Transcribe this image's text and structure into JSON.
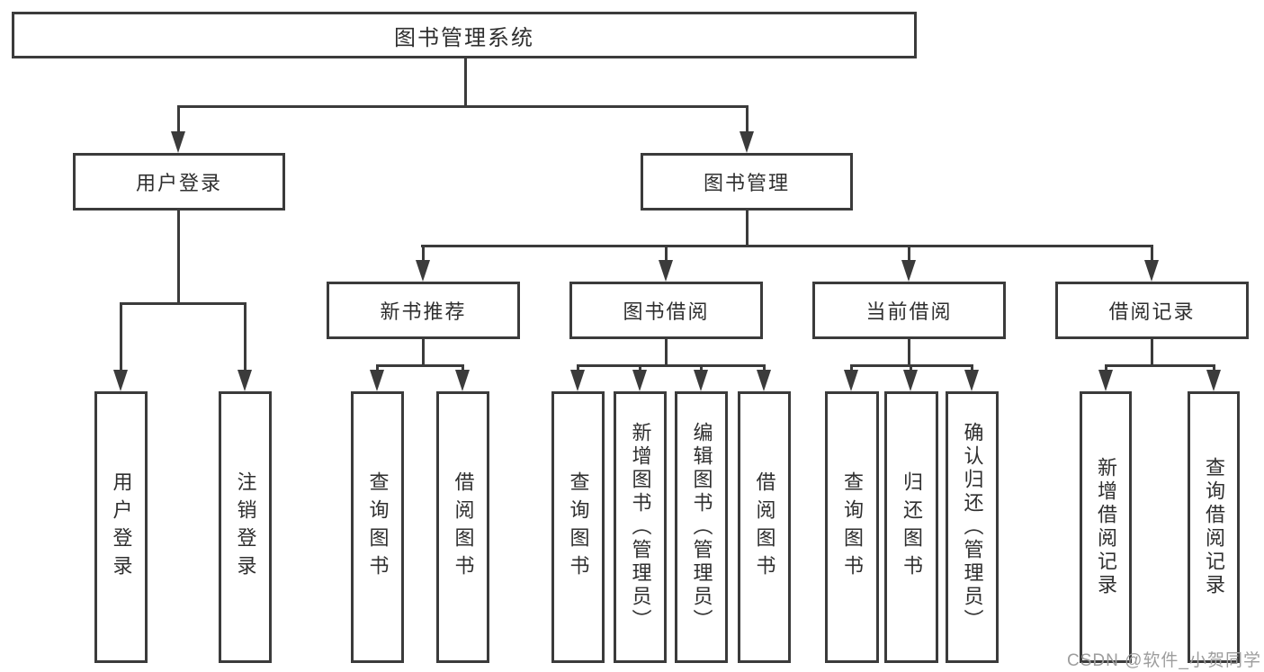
{
  "colors": {
    "line": "#3b3b3b",
    "text": "#2f2f2f",
    "watermark_gray": "#9d9d9d",
    "background": "#ffffff"
  },
  "tree": {
    "label": "图书管理系统",
    "children": [
      {
        "label": "用户登录",
        "children": [
          {
            "label": "用户登录"
          },
          {
            "label": "注销登录"
          }
        ]
      },
      {
        "label": "图书管理",
        "children": [
          {
            "label": "新书推荐",
            "children": [
              {
                "label": "查询图书"
              },
              {
                "label": "借阅图书"
              }
            ]
          },
          {
            "label": "图书借阅",
            "children": [
              {
                "label": "查询图书"
              },
              {
                "label": "新增图书（管理员）"
              },
              {
                "label": "编辑图书（管理员）"
              },
              {
                "label": "借阅图书"
              }
            ]
          },
          {
            "label": "当前借阅",
            "children": [
              {
                "label": "查询图书"
              },
              {
                "label": "归还图书"
              },
              {
                "label": "确认归还（管理员）"
              }
            ]
          },
          {
            "label": "借阅记录",
            "children": [
              {
                "label": "新增借阅记录"
              },
              {
                "label": "查询借阅记录"
              }
            ]
          }
        ]
      }
    ]
  },
  "watermark": {
    "text": "CSDN @软件_小贺同学"
  }
}
